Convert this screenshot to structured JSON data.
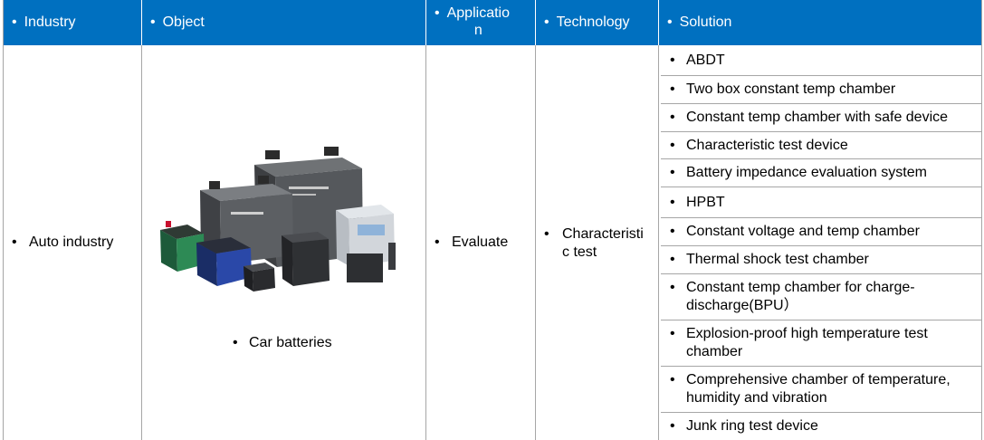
{
  "headers": {
    "industry": "Industry",
    "object": "Object",
    "application": "Applicatio\nn",
    "technology": "Technology",
    "solution": "Solution"
  },
  "bullet": "•",
  "row": {
    "industry": "Auto industry",
    "object": "Car batteries",
    "application": "Evaluate",
    "technology": "Characteristi\nc test"
  },
  "solutions": [
    "ABDT",
    "Two box constant temp chamber",
    "Constant temp chamber with safe device",
    "Characteristic test device",
    "Battery impedance evaluation system",
    "HPBT",
    "Constant voltage and temp chamber",
    "Thermal shock test chamber",
    "Constant temp chamber for charge-discharge(BPU）",
    "Explosion-proof high temperature test chamber",
    "Comprehensive chamber of temperature, humidity and vibration",
    "Junk ring test device"
  ],
  "colors": {
    "header_bg": "#0070c0",
    "header_text": "#ffffff",
    "grid": "#a6a6a6"
  }
}
